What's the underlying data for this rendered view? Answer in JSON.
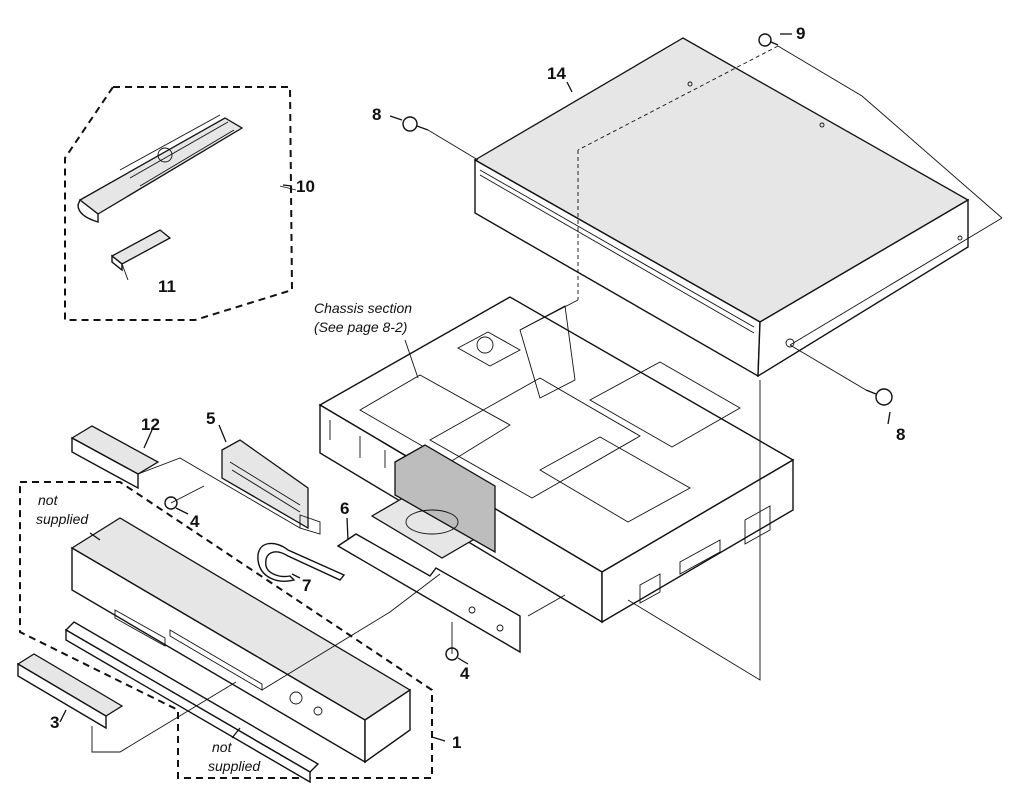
{
  "diagram": {
    "labels": {
      "part_1": "1",
      "part_3": "3",
      "part_4_upper": "4",
      "part_4_lower": "4",
      "part_5": "5",
      "part_6": "6",
      "part_7": "7",
      "part_8_left": "8",
      "part_8_right": "8",
      "part_9": "9",
      "part_10": "10",
      "part_11": "11",
      "part_12": "12",
      "part_14": "14"
    },
    "notes": {
      "chassis_line1": "Chassis section",
      "chassis_line2": "(See page 8-2)",
      "not_supplied_top_1": "not",
      "not_supplied_top_2": "supplied",
      "not_supplied_bottom_1": "not",
      "not_supplied_bottom_2": "supplied"
    }
  }
}
